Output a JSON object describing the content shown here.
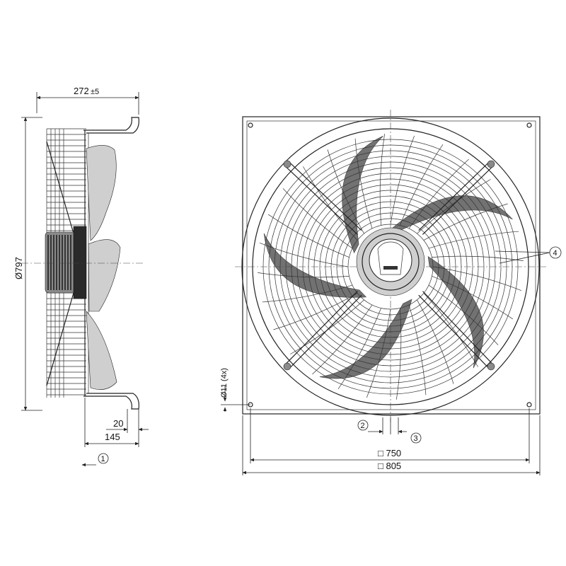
{
  "side_view": {
    "dims": {
      "depth_main": "272",
      "depth_tol": "±5",
      "diameter": "Ø797",
      "offset_small": "20",
      "offset_base": "145"
    },
    "callouts": {
      "airflow": "1"
    }
  },
  "front_view": {
    "dims": {
      "hole": "Ø11 (4x)",
      "hole_pitch": "□ 750",
      "plate_size": "□ 805"
    },
    "callouts": {
      "c2": "2",
      "c3": "3",
      "c4": "4"
    }
  }
}
